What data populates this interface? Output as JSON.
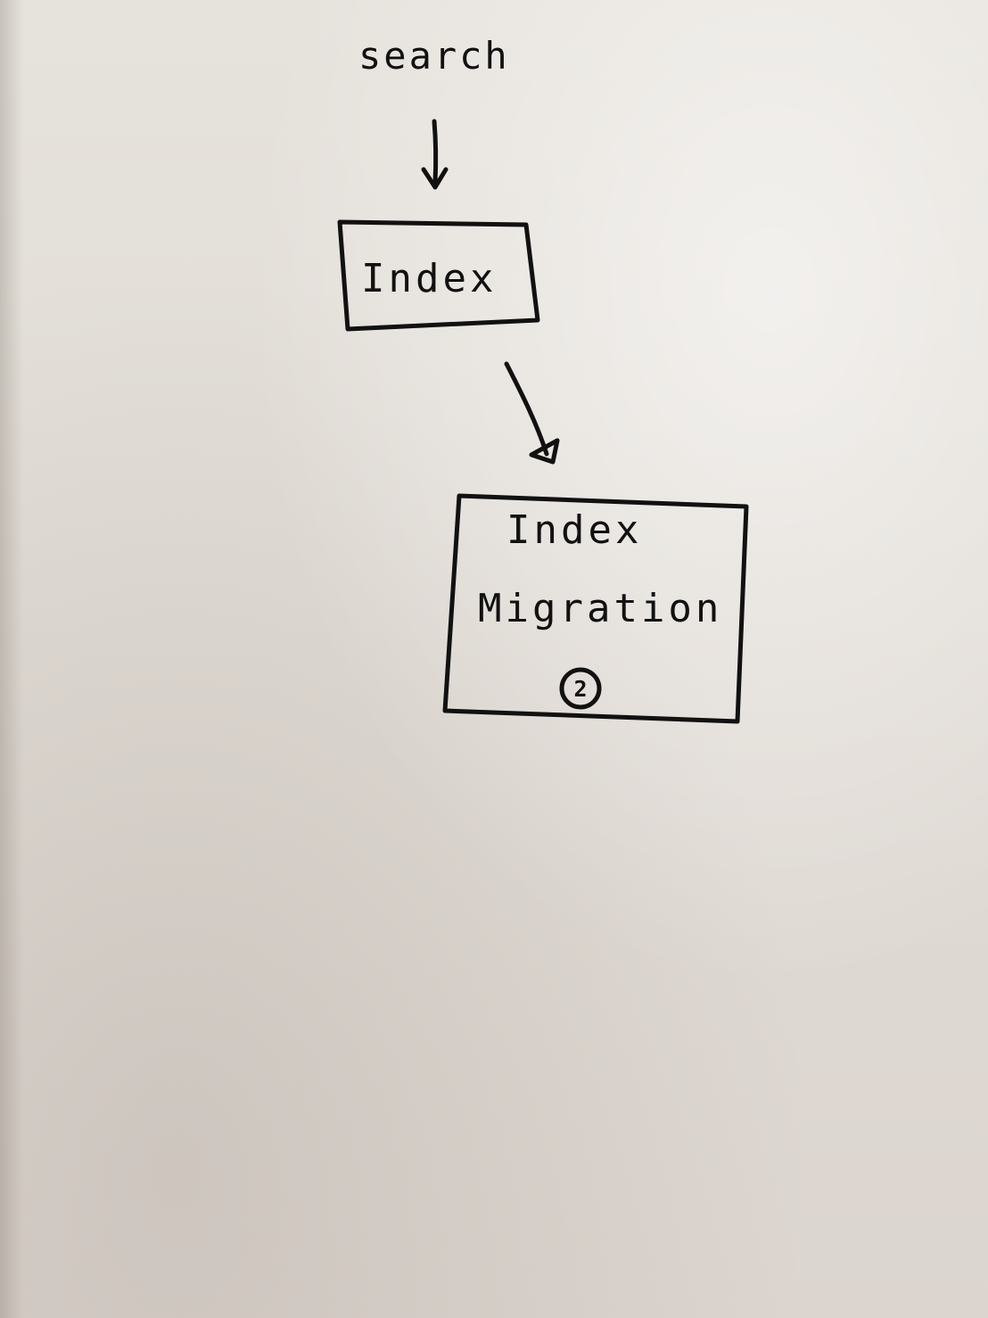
{
  "diagram": {
    "source_label": "search",
    "index_node": {
      "label": "Index"
    },
    "migration_node": {
      "line1": "Index",
      "line2": "Migration",
      "badge": "2"
    }
  },
  "colors": {
    "ink": "#111111",
    "paper": "#e3ded8"
  }
}
